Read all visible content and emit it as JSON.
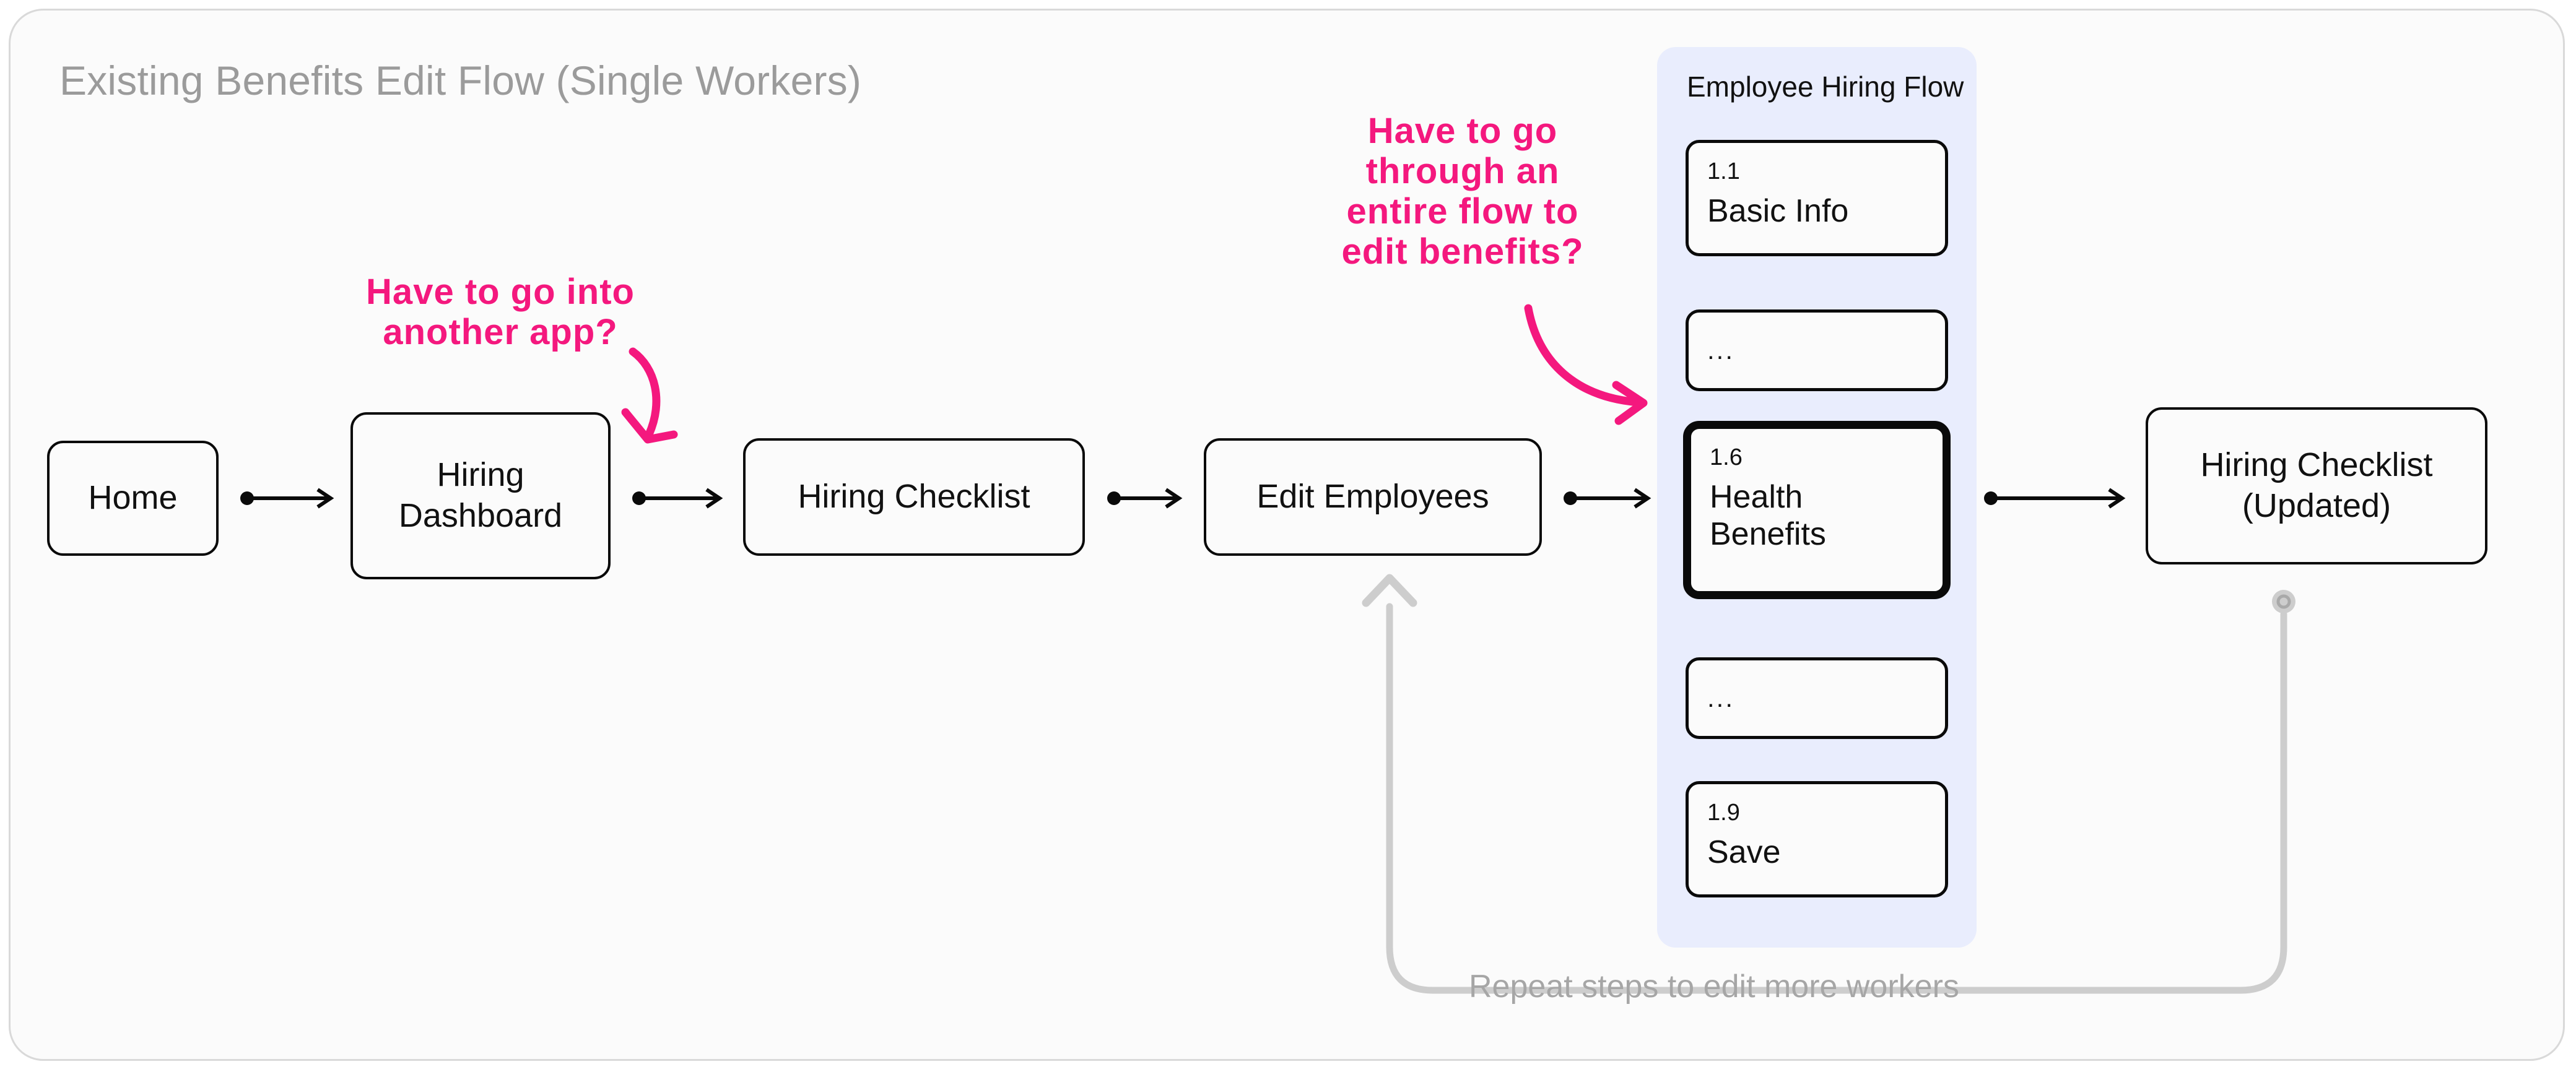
{
  "diagram": {
    "title": "Existing Benefits Edit Flow (Single Workers)",
    "accent_pink": "#F4187E",
    "panel_blue": "#E9EDFD",
    "muted_gray": "#9B9B9B",
    "canvas_bg": "#FBFBFB",
    "node_stroke": "#0A0A0A"
  },
  "flow": {
    "nodes": [
      {
        "id": "home",
        "label": "Home"
      },
      {
        "id": "dashboard",
        "label": "Hiring Dashboard",
        "line1": "Hiring",
        "line2": "Dashboard"
      },
      {
        "id": "checklist",
        "label": "Hiring Checklist"
      },
      {
        "id": "edit",
        "label": "Edit Employees"
      },
      {
        "id": "updated",
        "label": "Hiring Checklist (Updated)",
        "line1": "Hiring Checklist",
        "line2": "(Updated)"
      }
    ],
    "connector_icon": "dot-line-arrow-icon"
  },
  "hiring_panel": {
    "title": "Employee Hiring Flow",
    "steps": [
      {
        "number": "1.1",
        "name": "Basic Info",
        "emphasis": false,
        "ellipsis": false
      },
      {
        "number": "",
        "name": "...",
        "emphasis": false,
        "ellipsis": true
      },
      {
        "number": "1.6",
        "name": "Health Benefits",
        "emphasis": true,
        "ellipsis": false,
        "line1": "Health",
        "line2": "Benefits"
      },
      {
        "number": "",
        "name": "...",
        "emphasis": false,
        "ellipsis": true
      },
      {
        "number": "1.9",
        "name": "Save",
        "emphasis": false,
        "ellipsis": false
      }
    ]
  },
  "annotations": [
    {
      "id": "annotation-another-app",
      "text": "Have to go into another app?",
      "line1": "Have to go into",
      "line2": "another app?",
      "arrow_icon": "curved-arrow-down-left-icon"
    },
    {
      "id": "annotation-entire-flow",
      "text": "Have to go through an entire flow to edit benefits?",
      "line1": "Have to go",
      "line2": "through an",
      "line3": "entire flow to",
      "line4": "edit benefits?",
      "arrow_icon": "curved-arrow-down-right-icon"
    }
  ],
  "repeat_loop": {
    "caption": "Repeat steps to edit more workers",
    "start_icon": "circle-endpoint-icon",
    "end_icon": "arrow-up-icon"
  }
}
